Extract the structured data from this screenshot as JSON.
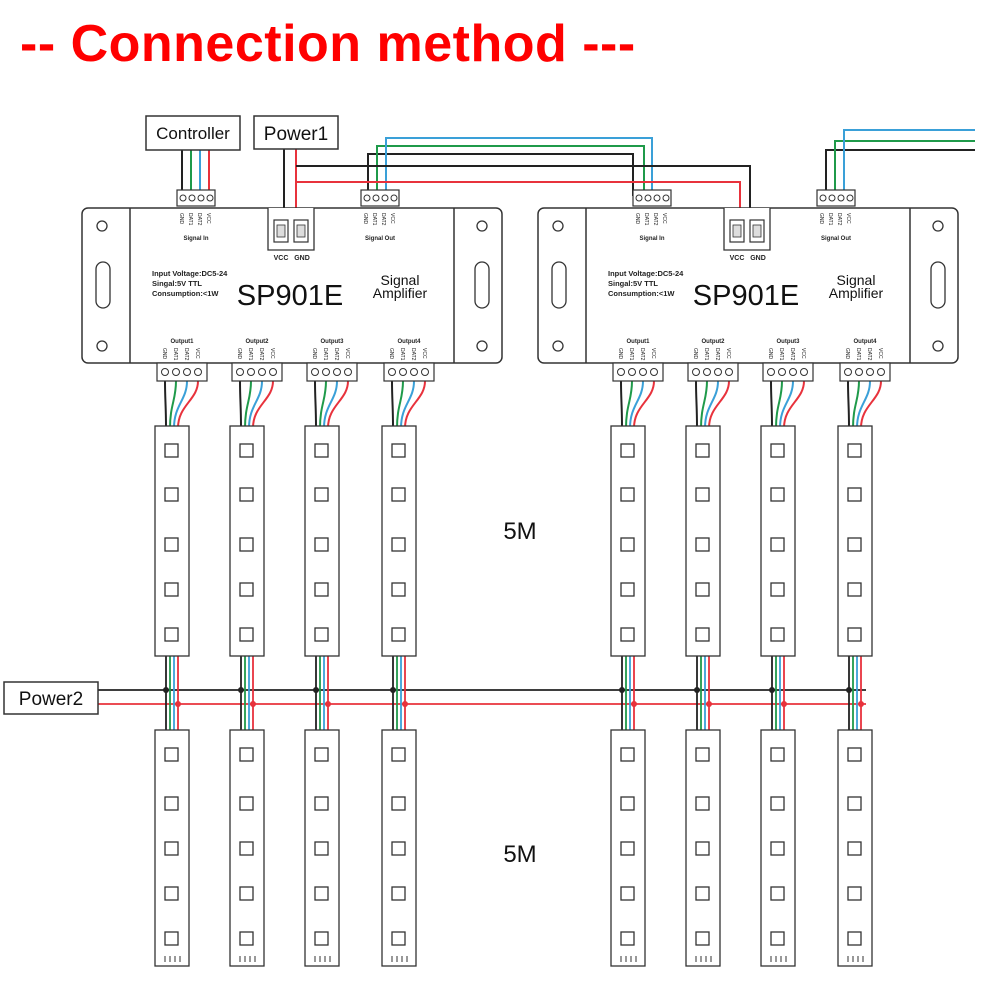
{
  "title": "-- Connection method ---",
  "labels": {
    "controller": "Controller",
    "power1": "Power1",
    "power2": "Power2",
    "length_top": "5M",
    "length_bottom": "5M"
  },
  "device": {
    "model": "SP901E",
    "name_line1": "Signal",
    "name_line2": "Amplifier",
    "spec_voltage": "Input Voltage:DC5-24",
    "spec_signal": "Singal:5V TTL",
    "spec_consumption": "Consumption:<1W",
    "signal_in": "Signal In",
    "signal_out": "Signal Out",
    "vcc": "VCC",
    "gnd": "GND",
    "outputs": [
      "Output1",
      "Output2",
      "Output3",
      "Output4"
    ],
    "pins": [
      "GND",
      "DAT1",
      "DAT2",
      "VCC"
    ]
  },
  "colors": {
    "title": "#ff0000",
    "wire_vcc": "#e8323c",
    "wire_gnd": "#222222",
    "wire_data1": "#1f9a4a",
    "wire_data2": "#3aa0d8",
    "outline": "#333333"
  }
}
